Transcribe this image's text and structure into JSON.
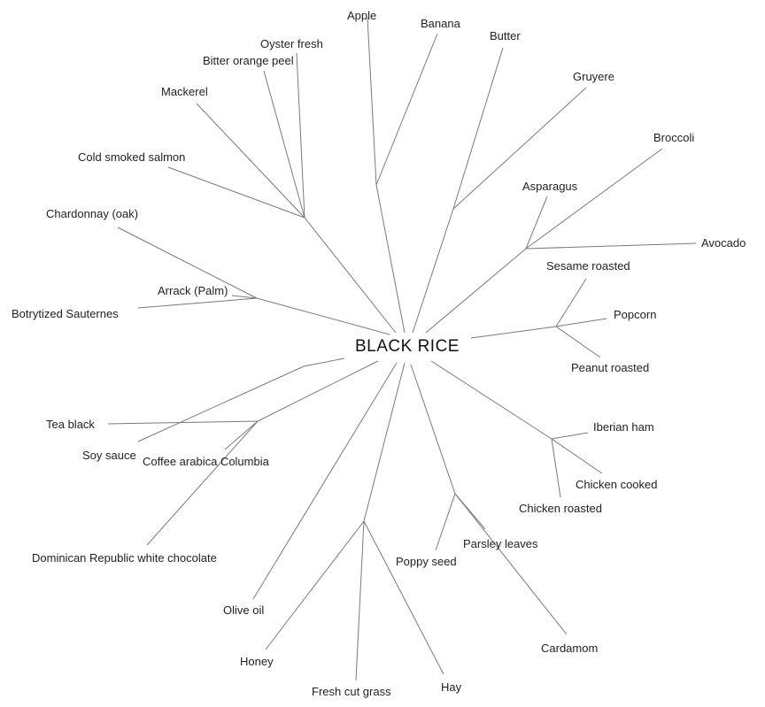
{
  "center": "BLACK RICE",
  "clusters": [
    {
      "id": "c1",
      "leaves": [
        "Apple",
        "Banana"
      ]
    },
    {
      "id": "c2",
      "leaves": [
        "Butter",
        "Gruyere"
      ]
    },
    {
      "id": "c3",
      "leaves": [
        "Broccoli",
        "Asparagus",
        "Avocado"
      ]
    },
    {
      "id": "c4",
      "leaves": [
        "Oyster fresh",
        "Bitter orange peel",
        "Mackerel",
        "Cold smoked salmon"
      ]
    },
    {
      "id": "c5",
      "leaves": [
        "Chardonnay (oak)",
        "Arrack (Palm)",
        "Botrytized Sauternes"
      ]
    },
    {
      "id": "c6",
      "leaves": [
        "Sesame roasted",
        "Popcorn",
        "Peanut roasted"
      ]
    },
    {
      "id": "c7",
      "leaves": [
        "Iberian ham",
        "Chicken cooked",
        "Chicken roasted"
      ]
    },
    {
      "id": "c8",
      "leaves": [
        "Poppy seed",
        "Parsley leaves",
        "Cardamom"
      ]
    },
    {
      "id": "c9",
      "leaves": [
        "Honey",
        "Fresh cut grass",
        "Hay"
      ]
    },
    {
      "id": "c10",
      "leaves": [
        "Olive oil"
      ]
    },
    {
      "id": "c11",
      "leaves": [
        "Tea black",
        "Coffee arabica Columbia",
        "Dominican Republic white chocolate"
      ]
    },
    {
      "id": "c12",
      "leaves": [
        "Soy sauce"
      ]
    }
  ]
}
